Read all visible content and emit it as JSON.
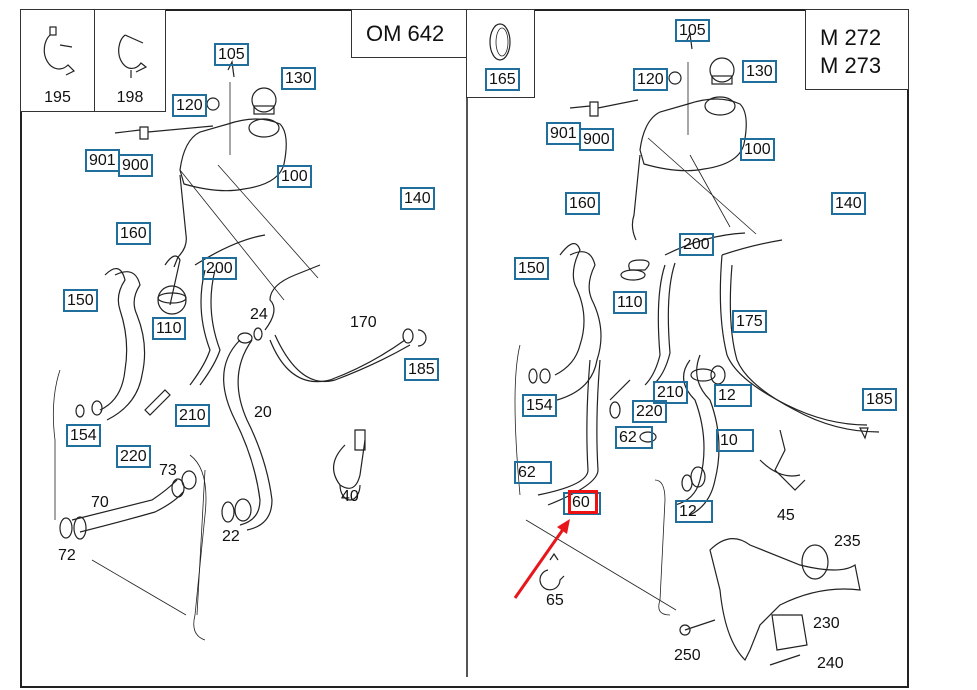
{
  "diagram": {
    "title": "Coolant expansion tank and hoses parts diagram",
    "accent_colors": {
      "callout_box": "#1f6e9c",
      "highlight": "#e11111",
      "arrow": "#e8161b"
    },
    "left_panel": {
      "engine": "OM 642",
      "inset_parts": [
        "195",
        "198"
      ],
      "callouts_boxed": [
        "105",
        "130",
        "120",
        "901",
        "900",
        "100",
        "140",
        "160",
        "200",
        "150",
        "110",
        "185",
        "210",
        "154",
        "220"
      ],
      "callouts_plain": [
        "24",
        "170",
        "20",
        "73",
        "70",
        "40",
        "22",
        "72"
      ]
    },
    "right_panel": {
      "engine_line1": "M 272",
      "engine_line2": "M 273",
      "inset_parts": [
        "165"
      ],
      "callouts_boxed": [
        "105",
        "120",
        "130",
        "901",
        "900",
        "100",
        "140",
        "160",
        "200",
        "150",
        "110",
        "175",
        "185",
        "210",
        "12",
        "154",
        "220",
        "62",
        "10",
        "62",
        "12"
      ],
      "callouts_plain": [
        "45",
        "235",
        "65",
        "230",
        "250",
        "240"
      ],
      "highlighted_part": "60"
    }
  }
}
